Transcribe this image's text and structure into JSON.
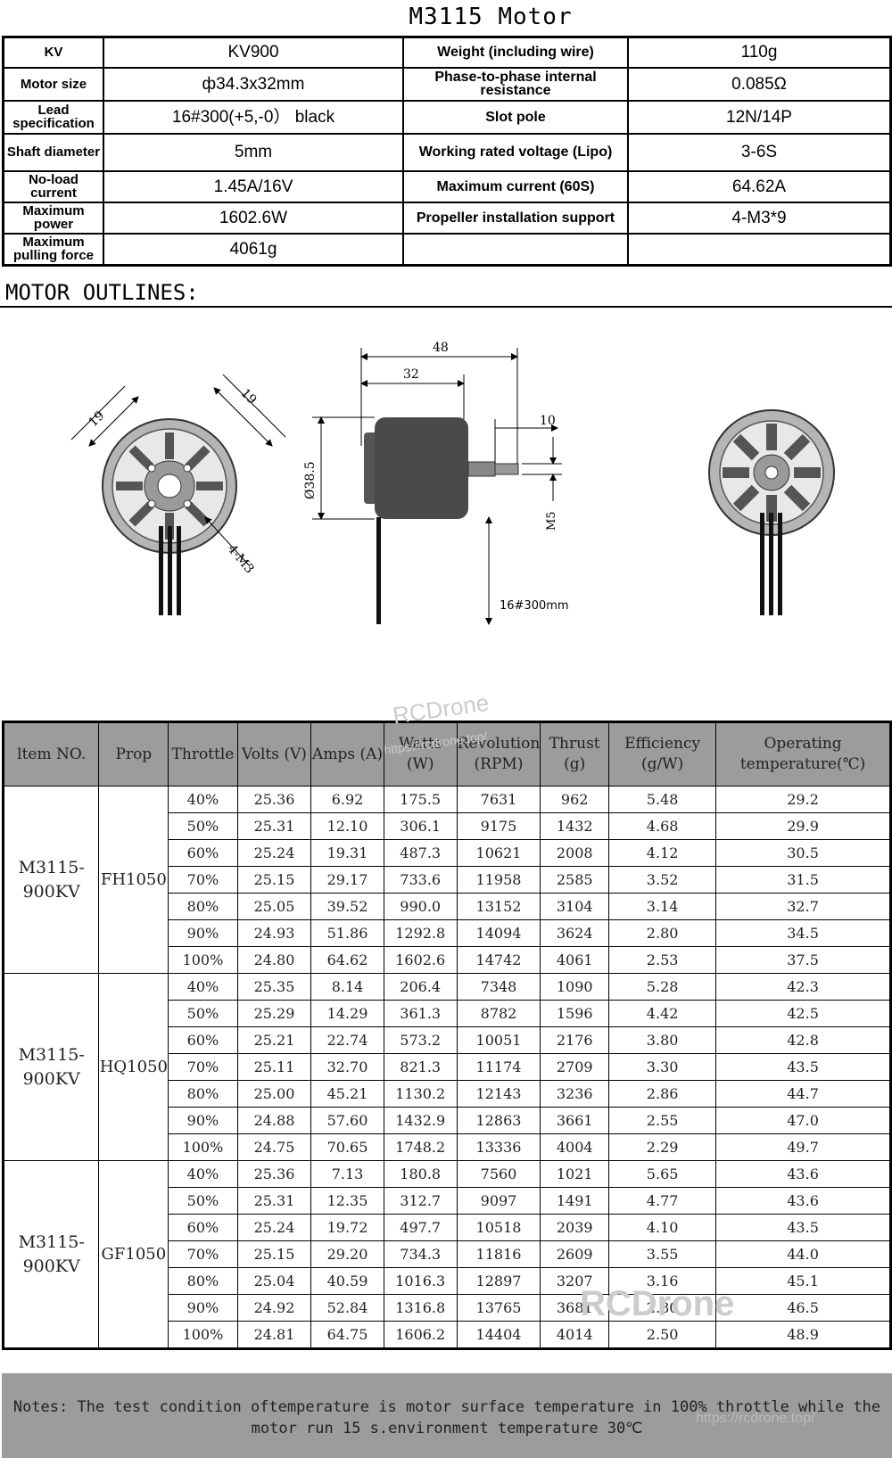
{
  "title": "M3115 Motor",
  "specs": [
    [
      "KV",
      "KV900",
      "Weight (including wire)",
      "110g"
    ],
    [
      "Motor size",
      "ф34.3x32mm",
      "Phase-to-phase internal resistance",
      "0.085Ω"
    ],
    [
      "Lead specification",
      "16#300(+5,-0） black",
      "Slot pole",
      "12N/14P"
    ],
    [
      "Shaft diameter",
      "5mm",
      "Working rated voltage (Lipo)",
      "3-6S"
    ],
    [
      "No-load current",
      "1.45A/16V",
      "Maximum current (60S)",
      "64.62A"
    ],
    [
      "Maximum power",
      "1602.6W",
      "Propeller installation support",
      "4-M3*9"
    ],
    [
      "Maximum pulling force",
      "4061g",
      "",
      ""
    ]
  ],
  "outlines_heading": "MOTOR OUTLINES:",
  "drawing": {
    "dim_19a": "19",
    "dim_19b": "19",
    "dim_4m3": "4-M3",
    "dim_48": "48",
    "dim_32": "32",
    "dim_10": "10",
    "dim_dia": "Ø38.5",
    "dim_m5": "M5",
    "dim_lead": "16#300mm"
  },
  "perf_headers": [
    "ltem NO.",
    "Prop",
    "Throttle",
    "Volts (V)",
    "Amps (A)",
    "Watts (W)",
    "Revolution (RPM)",
    "Thrust (g)",
    "Efficiency (g/W)",
    "Operating temperature(℃)"
  ],
  "groups": [
    {
      "item": "M3115-900KV",
      "prop": "FH1050",
      "rows": [
        [
          "40%",
          "25.36",
          "6.92",
          "175.5",
          "7631",
          "962",
          "5.48",
          "29.2"
        ],
        [
          "50%",
          "25.31",
          "12.10",
          "306.1",
          "9175",
          "1432",
          "4.68",
          "29.9"
        ],
        [
          "60%",
          "25.24",
          "19.31",
          "487.3",
          "10621",
          "2008",
          "4.12",
          "30.5"
        ],
        [
          "70%",
          "25.15",
          "29.17",
          "733.6",
          "11958",
          "2585",
          "3.52",
          "31.5"
        ],
        [
          "80%",
          "25.05",
          "39.52",
          "990.0",
          "13152",
          "3104",
          "3.14",
          "32.7"
        ],
        [
          "90%",
          "24.93",
          "51.86",
          "1292.8",
          "14094",
          "3624",
          "2.80",
          "34.5"
        ],
        [
          "100%",
          "24.80",
          "64.62",
          "1602.6",
          "14742",
          "4061",
          "2.53",
          "37.5"
        ]
      ]
    },
    {
      "item": "M3115-900KV",
      "prop": "HQ1050",
      "rows": [
        [
          "40%",
          "25.35",
          "8.14",
          "206.4",
          "7348",
          "1090",
          "5.28",
          "42.3"
        ],
        [
          "50%",
          "25.29",
          "14.29",
          "361.3",
          "8782",
          "1596",
          "4.42",
          "42.5"
        ],
        [
          "60%",
          "25.21",
          "22.74",
          "573.2",
          "10051",
          "2176",
          "3.80",
          "42.8"
        ],
        [
          "70%",
          "25.11",
          "32.70",
          "821.3",
          "11174",
          "2709",
          "3.30",
          "43.5"
        ],
        [
          "80%",
          "25.00",
          "45.21",
          "1130.2",
          "12143",
          "3236",
          "2.86",
          "44.7"
        ],
        [
          "90%",
          "24.88",
          "57.60",
          "1432.9",
          "12863",
          "3661",
          "2.55",
          "47.0"
        ],
        [
          "100%",
          "24.75",
          "70.65",
          "1748.2",
          "13336",
          "4004",
          "2.29",
          "49.7"
        ]
      ]
    },
    {
      "item": "M3115-900KV",
      "prop": "GF1050",
      "rows": [
        [
          "40%",
          "25.36",
          "7.13",
          "180.8",
          "7560",
          "1021",
          "5.65",
          "43.6"
        ],
        [
          "50%",
          "25.31",
          "12.35",
          "312.7",
          "9097",
          "1491",
          "4.77",
          "43.6"
        ],
        [
          "60%",
          "25.24",
          "19.72",
          "497.7",
          "10518",
          "2039",
          "4.10",
          "43.5"
        ],
        [
          "70%",
          "25.15",
          "29.20",
          "734.3",
          "11816",
          "2609",
          "3.55",
          "44.0"
        ],
        [
          "80%",
          "25.04",
          "40.59",
          "1016.3",
          "12897",
          "3207",
          "3.16",
          "45.1"
        ],
        [
          "90%",
          "24.92",
          "52.84",
          "1316.8",
          "13765",
          "3681",
          "2.80",
          "46.5"
        ],
        [
          "100%",
          "24.81",
          "64.75",
          "1606.2",
          "14404",
          "4014",
          "2.50",
          "48.9"
        ]
      ]
    }
  ],
  "notes": "Notes: The test condition oftemperature is motor surface temperature in 100% throttle while the motor run 15 s.environment temperature 30℃",
  "watermarks": {
    "brand": "RCDrone",
    "url": "https://rcdrone.top/"
  }
}
